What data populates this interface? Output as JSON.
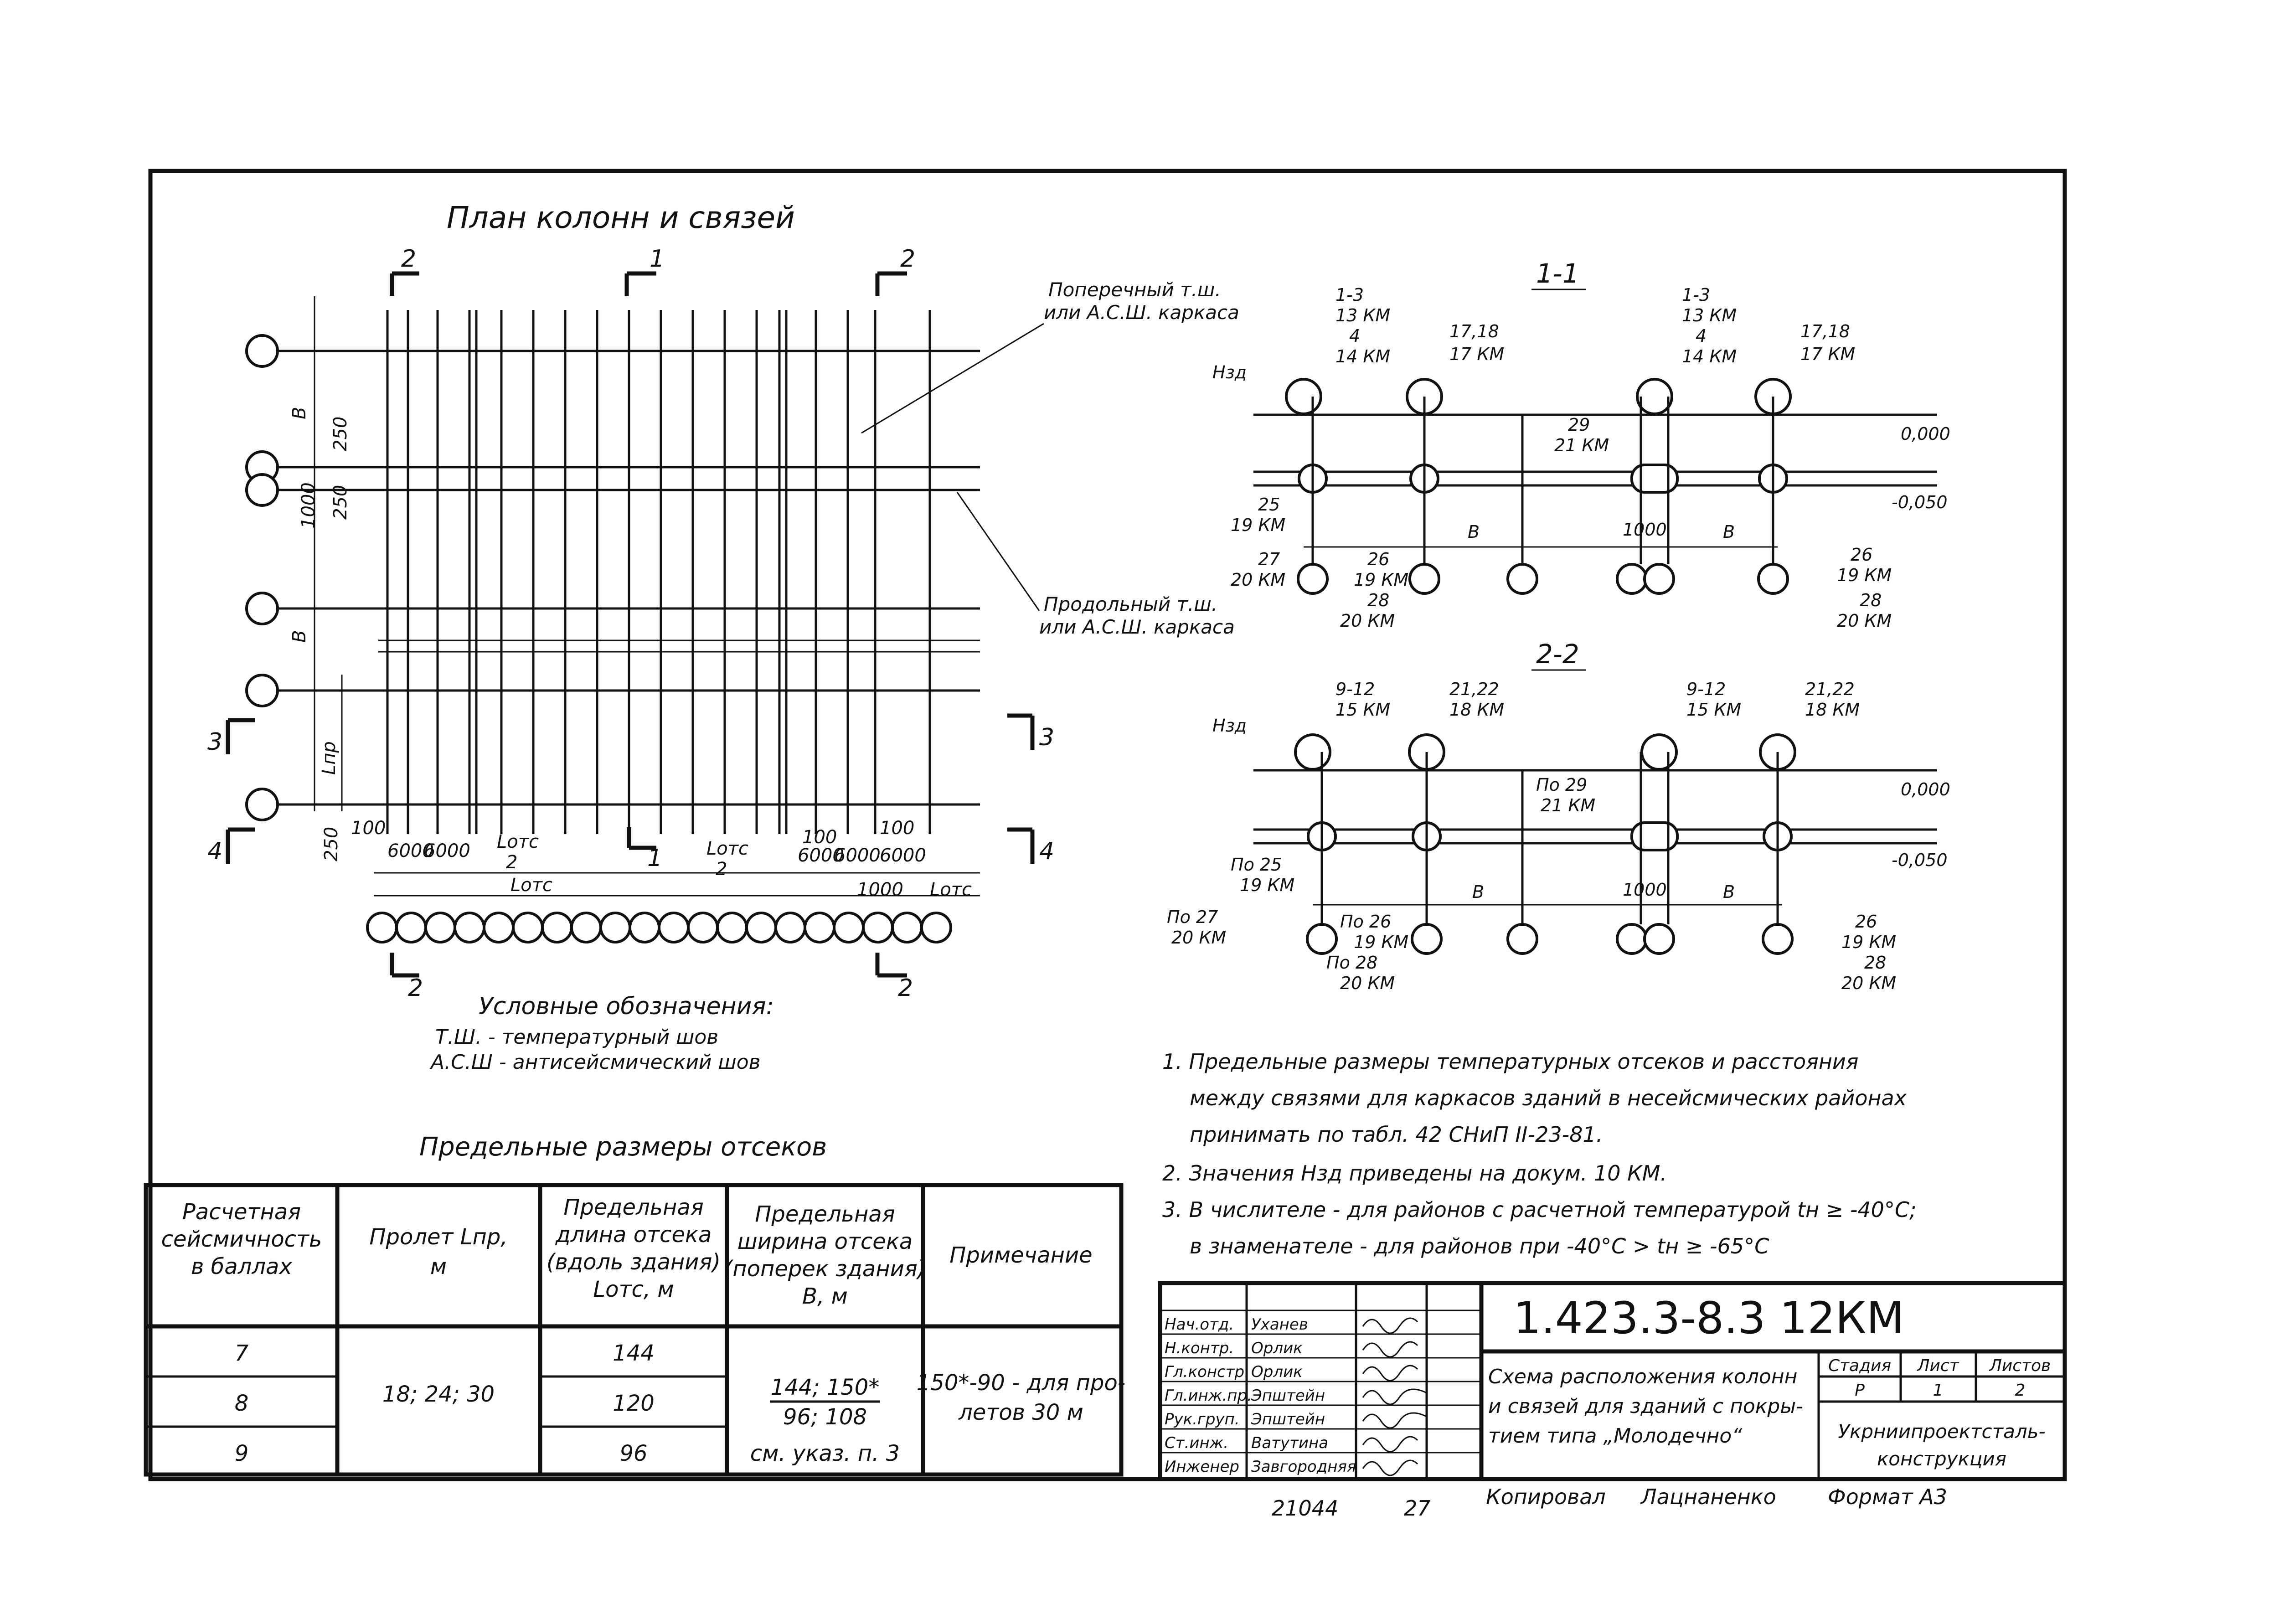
{
  "plan": {
    "title": "План колонн и связей",
    "section_marks": [
      "2",
      "1",
      "2",
      "1",
      "2",
      "2",
      "3",
      "3",
      "4",
      "4"
    ],
    "dim_labels": [
      "В",
      "250",
      "250",
      "1000",
      "В",
      "Lпр",
      "250",
      "100",
      "6000",
      "6000",
      "Lотс",
      "2",
      "Lотс",
      "Lотс",
      "2",
      "100",
      "100",
      "6000",
      "6000",
      "6000",
      "1000",
      "Lотс"
    ],
    "callout_transverse": [
      "Поперечный т.ш.",
      "или А.С.Ш. каркаса"
    ],
    "callout_longitudinal": [
      "Продольный т.ш.",
      "или А.С.Ш. каркаса"
    ]
  },
  "legend": {
    "title": "Условные обозначения:",
    "items": [
      "Т.Ш. - температурный шов",
      "А.С.Ш - антисейсмический шов"
    ]
  },
  "section11": {
    "title": "1-1",
    "labels": [
      "Нзд",
      "1-3",
      "13 КМ",
      "4",
      "14 КМ",
      "17,18",
      "17 КМ",
      "1-3",
      "13 КМ",
      "4",
      "14 КМ",
      "17,18",
      "17 КМ",
      "29",
      "21 КМ",
      "0,000",
      "-0,050",
      "25",
      "19 КМ",
      "27",
      "20 КМ",
      "26",
      "19 КМ",
      "28",
      "20 КМ",
      "В",
      "1000",
      "В",
      "26",
      "19 КМ",
      "28",
      "20 КМ"
    ]
  },
  "section22": {
    "title": "2-2",
    "labels": [
      "Нзд",
      "9-12",
      "15 КМ",
      "21,22",
      "18 КМ",
      "9-12",
      "15 КМ",
      "21,22",
      "18 КМ",
      "По 29",
      "21 КМ",
      "0,000",
      "-0,050",
      "По 25",
      "19 КМ",
      "По 27",
      "20 КМ",
      "По 26",
      "19 КМ",
      "По 28",
      "20 КМ",
      "В",
      "1000",
      "В",
      "26",
      "19 КМ",
      "28",
      "20 КМ"
    ]
  },
  "notes": [
    "1. Предельные размеры температурных отсеков и расстояния",
    "между связями для каркасов зданий в несейсмических районах",
    "принимать по табл. 42 СНиП II-23-81.",
    "2. Значения Нзд приведены на докум. 10 КМ.",
    "3. В числителе - для районов с расчетной температурой tн ≥ -40°C;",
    "в знаменателе - для районов при -40°C > tн ≥ -65°C"
  ],
  "table": {
    "title": "Предельные размеры отсеков",
    "headers": [
      [
        "Расчетная",
        "сейсмичность",
        "в баллах"
      ],
      [
        "Пролет Lпр,",
        "м"
      ],
      [
        "Предельная",
        "длина отсека",
        "(вдоль здания)",
        "Lотс, м"
      ],
      [
        "Предельная",
        "ширина отсека",
        "(поперек здания)",
        "В, м"
      ],
      [
        "Примечание"
      ]
    ],
    "rows": [
      {
        "seismic": "7",
        "length": "144"
      },
      {
        "seismic": "8",
        "length": "120"
      },
      {
        "seismic": "9",
        "length": "96"
      }
    ],
    "span": "18; 24; 30",
    "width_numerator": "144; 150*",
    "width_denominator": "96; 108",
    "width_ref": "см. указ. п. 3",
    "note": [
      "150*-90 - для про-",
      "летов 30 м"
    ]
  },
  "title_block": {
    "roles": [
      "Нач.отд.",
      "Н.контр.",
      "Гл.констр.",
      "Гл.инж.пр.",
      "Рук.груп.",
      "Ст.инж.",
      "Инженер"
    ],
    "names": [
      "Уханев",
      "Орлик",
      "Орлик",
      "Эпштейн",
      "Эпштейн",
      "Ватутина",
      "Завгородняя"
    ],
    "code": "1.423.3-8.3 12КМ",
    "description": [
      "Схема расположения колонн",
      "и связей для зданий с покры-",
      "тием типа „Молодечно“"
    ],
    "stage_label": "Стадия",
    "sheet_label": "Лист",
    "sheets_label": "Листов",
    "stage": "Р",
    "sheet": "1",
    "sheets": "2",
    "organization": [
      "Укрниипроектсталь-",
      "конструкция"
    ]
  },
  "footer": {
    "number": "21044",
    "page": "27",
    "copied_label": "Копировал",
    "copied_name": "Лацнаненко",
    "format": "Формат А3"
  }
}
